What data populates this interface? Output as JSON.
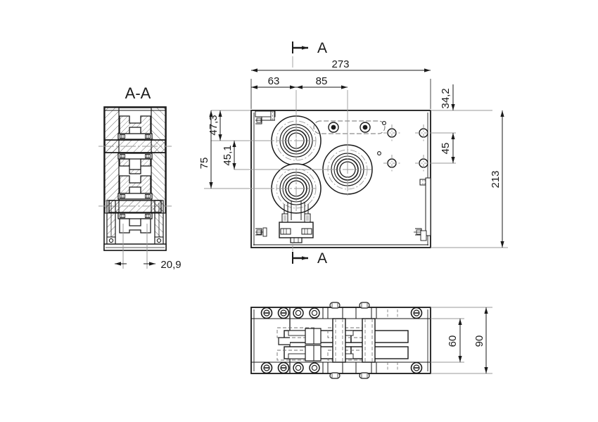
{
  "drawing": {
    "title": "Technical Drawing - Mechanical Assembly",
    "background_color": "#ffffff",
    "line_color": "#1a1a1a",
    "center_line_color": "#9a9a9a",
    "hidden_line_color": "#6f6f6f"
  },
  "views": {
    "section": {
      "label": "A-A",
      "name": "section-view-a-a"
    },
    "front": {
      "name": "front-view"
    },
    "bottom": {
      "name": "bottom-view"
    }
  },
  "section_markers": {
    "top": {
      "letter": "A"
    },
    "bottom": {
      "letter": "A"
    }
  },
  "dimensions": {
    "overall_width": "273",
    "dim_63": "63",
    "dim_85": "85",
    "dim_47_3": "47,3",
    "dim_45_1": "45,1",
    "dim_75": "75",
    "dim_34_2": "34,2",
    "dim_45": "45",
    "overall_height": "213",
    "section_width": "20,9",
    "bottom_60": "60",
    "bottom_90": "90"
  },
  "chart_data": {
    "type": "table",
    "title": "Dimension callouts (mm)",
    "categories": [
      "273",
      "63",
      "85",
      "47,3",
      "45,1",
      "75",
      "34,2",
      "45",
      "213",
      "20,9",
      "60",
      "90"
    ],
    "values": [
      273,
      63,
      85,
      47.3,
      45.1,
      75,
      34.2,
      45,
      213,
      20.9,
      60,
      90
    ]
  }
}
